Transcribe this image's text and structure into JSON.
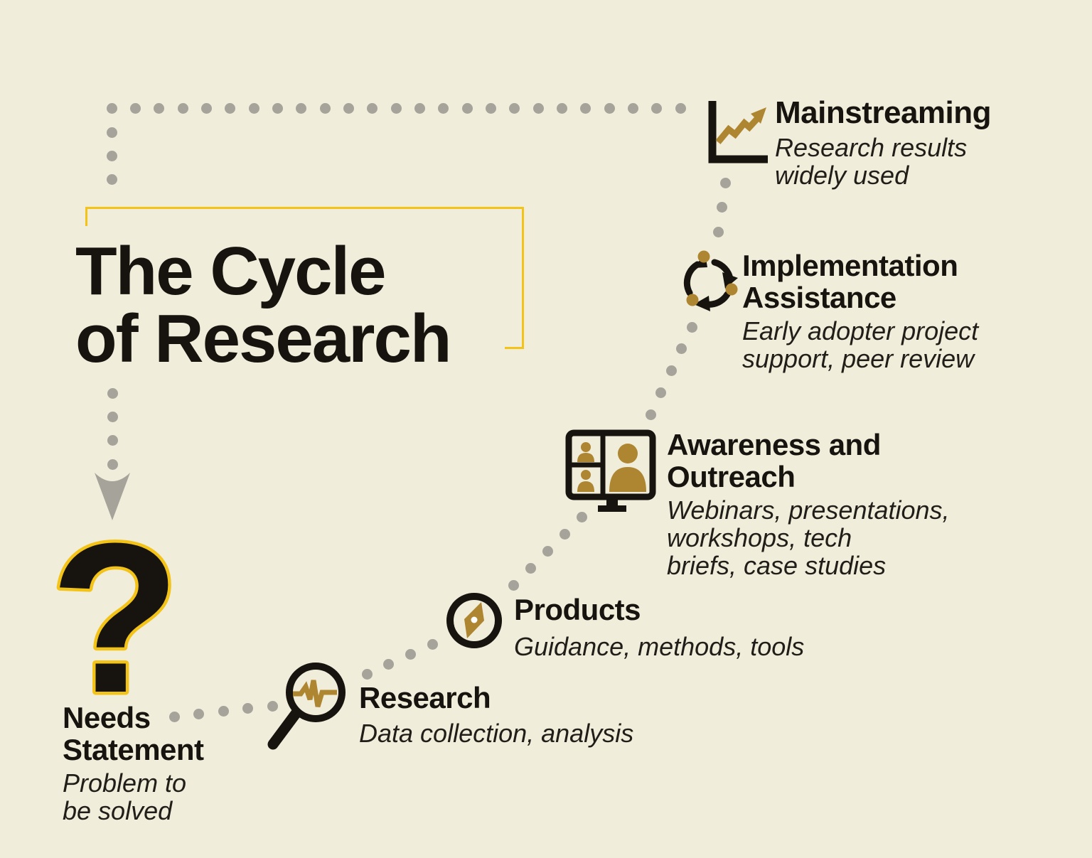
{
  "title": {
    "line1": "The Cycle",
    "line2": "of Research"
  },
  "question_mark_glyph": "?",
  "stages": [
    {
      "name": "Needs Statement",
      "icon": "question-mark-icon",
      "title_lines": [
        "Needs",
        "Statement"
      ],
      "subtitle_lines": [
        "Problem to",
        "be solved"
      ]
    },
    {
      "name": "Research",
      "icon": "magnifier-pulse-icon",
      "title_lines": [
        "Research"
      ],
      "subtitle_lines": [
        "Data collection, analysis"
      ]
    },
    {
      "name": "Products",
      "icon": "compass-icon",
      "title_lines": [
        "Products"
      ],
      "subtitle_lines": [
        "Guidance, methods, tools"
      ]
    },
    {
      "name": "Awareness and Outreach",
      "icon": "video-call-monitor-icon",
      "title_lines": [
        "Awareness and",
        "Outreach"
      ],
      "subtitle_lines": [
        "Webinars, presentations,",
        "workshops, tech",
        "briefs, case studies"
      ]
    },
    {
      "name": "Implementation Assistance",
      "icon": "cycle-arrows-icon",
      "title_lines": [
        "Implementation",
        "Assistance"
      ],
      "subtitle_lines": [
        "Early adopter project",
        "support, peer review"
      ]
    },
    {
      "name": "Mainstreaming",
      "icon": "growth-chart-icon",
      "title_lines": [
        "Mainstreaming"
      ],
      "subtitle_lines": [
        "Research results",
        "widely used"
      ]
    }
  ],
  "colors": {
    "background": "#f0edda",
    "ink": "#17140f",
    "gold": "#ae8530",
    "yellow": "#f3c317",
    "gray": "#a6a39b"
  }
}
